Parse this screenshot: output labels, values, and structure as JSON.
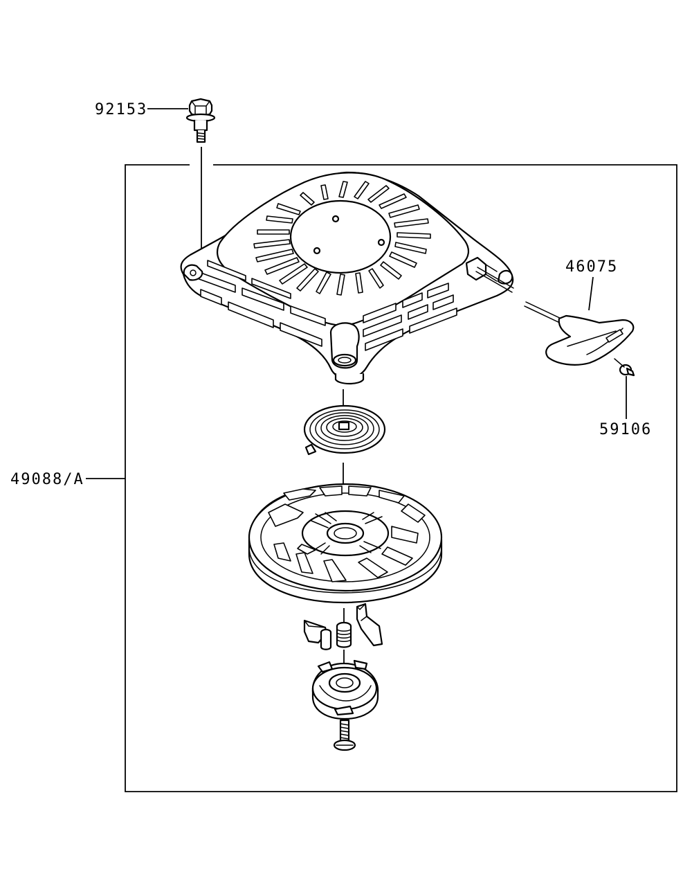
{
  "parts": {
    "bolt_top": "92153",
    "assembly": "49088/A",
    "handle": "46075",
    "handle_pin": "59106"
  }
}
